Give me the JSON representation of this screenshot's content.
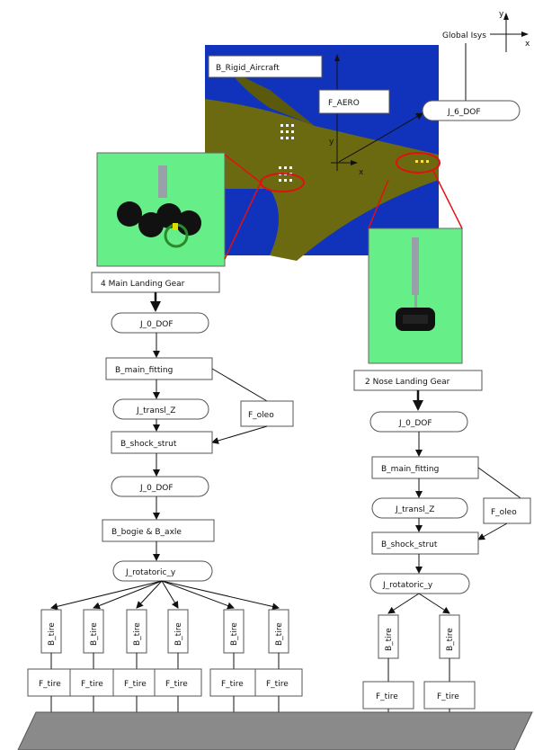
{
  "colors": {
    "sky": "#1133bb",
    "wing": "#6b6a10",
    "panel_green": "#66ee88",
    "ground": "#8a8a8a",
    "ellipse_red": "#e11111"
  },
  "global_axes": {
    "label": "Global Isys",
    "y": "y",
    "x": "x"
  },
  "aircraft": {
    "body_label": "B_Rigid_Aircraft",
    "force_label": "F_AERO",
    "joint_label": "J_6_DOF",
    "local_x": "x",
    "local_y": "y"
  },
  "main_gear": {
    "title": "4 Main Landing Gear",
    "joint_root": "J_0_DOF",
    "main_fitting": "B_main_fitting",
    "transl": "J_transl_Z",
    "oleo": "F_oleo",
    "shock_strut": "B_shock_strut",
    "joint_mid": "J_0_DOF",
    "bogie": "B_bogie & B_axle",
    "rotatoric": "J_rotatoric_y",
    "tires": [
      "B_tire",
      "B_tire",
      "B_tire",
      "B_tire",
      "B_tire",
      "B_tire"
    ],
    "tire_forces": [
      "F_tire",
      "F_tire",
      "F_tire",
      "F_tire",
      "F_tire",
      "F_tire"
    ]
  },
  "nose_gear": {
    "title": "2 Nose Landing Gear",
    "joint_root": "J_0_DOF",
    "main_fitting": "B_main_fitting",
    "transl": "J_transl_Z",
    "oleo": "F_oleo",
    "shock_strut": "B_shock_strut",
    "rotatoric": "J_rotatoric_y",
    "tires": [
      "B_tire",
      "B_tire"
    ],
    "tire_forces": [
      "F_tire",
      "F_tire"
    ]
  }
}
